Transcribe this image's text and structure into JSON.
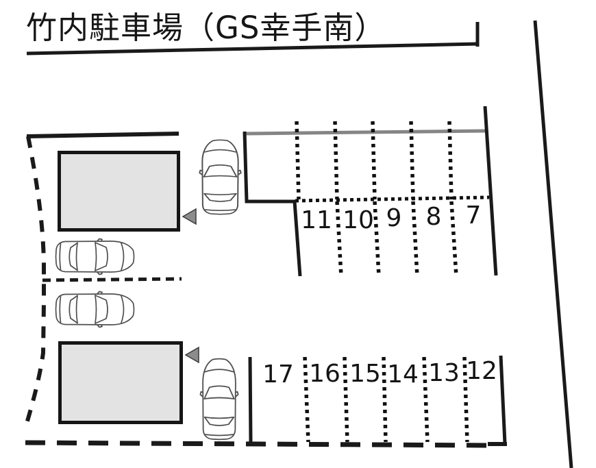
{
  "title": "竹内駐車場（GS幸手南）",
  "parking": {
    "top_row": {
      "spots": [
        "11",
        "10",
        "9",
        "8",
        "7"
      ]
    },
    "bottom_row": {
      "spots": [
        "17",
        "16",
        "15",
        "14",
        "13",
        "12"
      ]
    }
  },
  "icons": {
    "car": "car-top-view-icon",
    "entrance_marker": "triangle-left-icon"
  },
  "colors": {
    "line": "#1a1a1a",
    "road_bar": "#858585",
    "building_fill": "#e3e3e3",
    "building_border": "#161616",
    "marker_fill": "#8c8c8c",
    "background": "#ffffff"
  }
}
